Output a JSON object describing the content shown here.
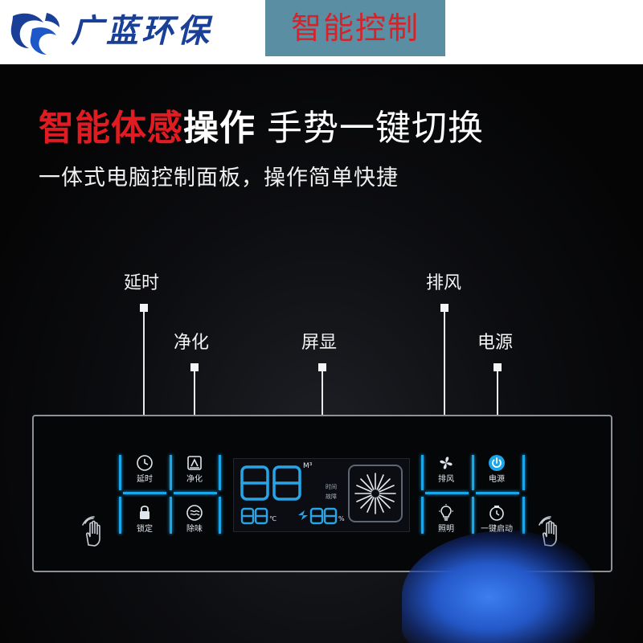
{
  "header": {
    "brand": "广蓝环保",
    "badge": "智能控制"
  },
  "headline": {
    "red": "智能体感",
    "white": "操作",
    "light": "手势一键切换"
  },
  "subline": "一体式电脑控制面板，操作简单快捷",
  "callouts": {
    "delay": "延时",
    "purify": "净化",
    "screen": "屏显",
    "exhaust": "排风",
    "power": "电源"
  },
  "panel": {
    "buttons": {
      "delay": "延时",
      "purify": "净化",
      "lock": "锁定",
      "deodorize": "除味",
      "exhaust": "排风",
      "power": "电源",
      "light": "照明",
      "one_key_start": "一键启动"
    },
    "display": {
      "main_digits": "88",
      "unit": "M³",
      "label_time": "时间",
      "label_fault": "故障",
      "temp_digits": "88",
      "temp_unit": "℃",
      "humidity_digits": "88",
      "humidity_unit": "%"
    }
  },
  "colors": {
    "accent_blue": "#1aa6e8",
    "headline_red": "#e01c22",
    "brand_blue": "#1a3f96",
    "badge_bg": "#5a8ea2"
  },
  "icons": [
    "logo-icon",
    "hand-gesture-icon",
    "clock-icon",
    "purify-icon",
    "lock-icon",
    "deodorize-icon",
    "fan-icon",
    "power-icon",
    "bulb-icon",
    "one-key-start-icon"
  ]
}
